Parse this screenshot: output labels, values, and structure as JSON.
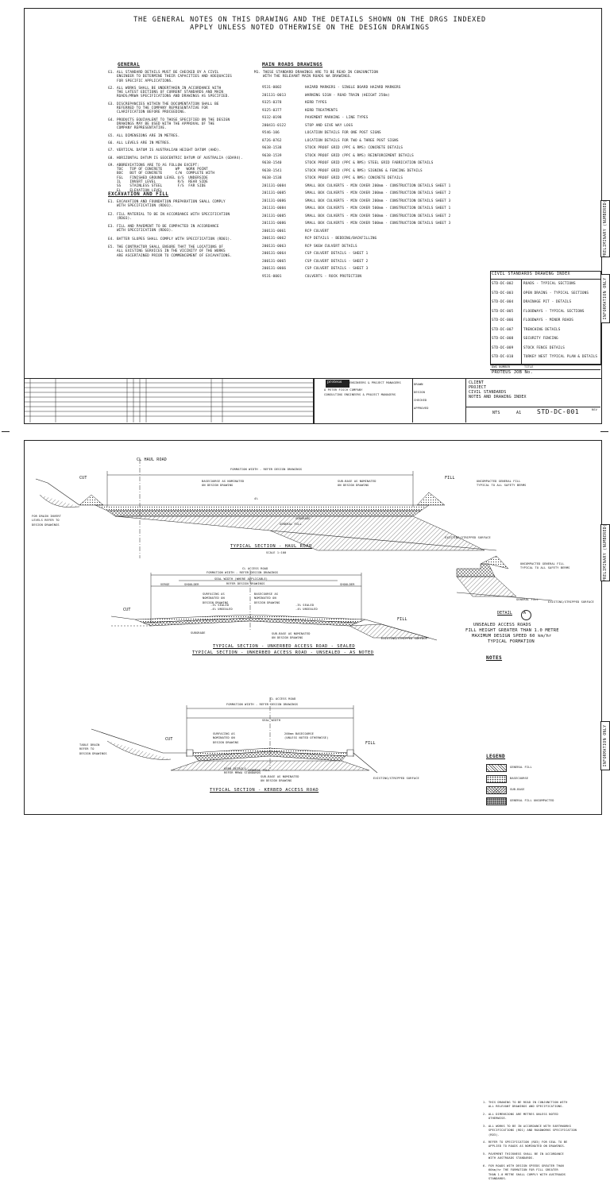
{
  "sheet1": {
    "main_title_1": "THE GENERAL NOTES ON THIS DRAWING AND THE DETAILS SHOWN ON THE DRGS INDEXED",
    "main_title_2": "APPLY UNLESS NOTED OTHERWISE ON THE DESIGN DRAWINGS",
    "general": {
      "heading": "GENERAL",
      "notes": [
        "G1. ALL STANDARD DETAILS MUST BE CHECKED BY A CIVIL\n    ENGINEER TO DETERMINE THEIR CAPACITIES AND ADEQUACIES\n    FOR SPECIFIC APPLICATIONS.",
        "G2. ALL WORKS SHALL BE UNDERTAKEN IN ACCORDANCE WITH\n    THE LATEST EDITIONS OF CURRENT STANDARDS AND MAIN\n    ROADS/MRWA SPECIFICATIONS AND DRAWINGS AS SPECIFIED.",
        "G3. DISCREPANCIES WITHIN THE DOCUMENTATION SHALL BE\n    REFERRED TO THE COMPANY REPRESENTATIVE FOR\n    CLARIFICATION BEFORE PROCEEDING.",
        "G4. PRODUCTS EQUIVALENT TO THOSE SPECIFIED ON THE DESIGN\n    DRAWINGS MAY BE USED WITH THE APPROVAL OF THE\n    COMPANY REPRESENTATIVE.",
        "G5. ALL DIMENSIONS ARE IN METRES.",
        "G6. ALL LEVELS ARE IN METRES.",
        "G7. VERTICAL DATUM IS AUSTRALIAN HEIGHT DATUM (AHD).",
        "G8. HORIZONTAL DATUM IS GEOCENTRIC DATUM OF AUSTRALIA (GDA94).",
        "G9. ABBREVIATIONS ARE TO AS FOLLOW EXCEPT:\n    TOC   TOP OF CONCRETE      WP   WORK POINT\n    BOC   BOT OF CONCRETE      C/W  COMPLETE WITH\n    FGL   FINISHED GROUND LEVEL U/S  UNDERSIDE\n    IL    INVERT LEVEL          R/S  REAR SIDE\n    SS    STAINLESS STEEL       F/S  FAR SIDE\n    EL    ELEVATION LEVEL"
      ]
    },
    "excavation": {
      "heading": "EXCAVATION AND FILL",
      "notes": [
        "E1. EXCAVATION AND FOUNDATION PREPARATION SHALL COMPLY\n    WITH SPECIFICATION (RD01).",
        "E2. FILL MATERIAL TO BE IN ACCORDANCE WITH SPECIFICATION\n    (RD03).",
        "E3. FILL AND PAVEMENT TO BE COMPACTED IN ACCORDANCE\n    WITH SPECIFICATION (RD03).",
        "E4. BATTER SLOPES SHALL COMPLY WITH SPECIFICATION (RD01).",
        "E5. THE CONTRACTOR SHALL ENSURE THAT THE LOCATIONS OF\n    ALL EXISTING SERVICES IN THE VICINITY OF THE WORKS\n    ARE ASCERTAINED PRIOR TO COMMENCEMENT OF EXCAVATIONS."
      ]
    },
    "main_roads": {
      "heading": "MAIN ROADS DRAWINGS",
      "note": "M1. THESE STANDARD DRAWINGS ARE TO BE READ IN CONJUNCTION\n    WITH THE RELEVANT MAIN ROADS WA DRAWINGS.",
      "rows": [
        [
          "9531-0002",
          "HAZARD MARKERS - SINGLE BOARD HAZARD MARKERS"
        ],
        [
          "201131-0013",
          "WARNING SIGN - ROAD TRAIN (HEIGHT 250m)"
        ],
        [
          "9325-0378",
          "KERB TYPES"
        ],
        [
          "9325-0377",
          "KERB TREATMENTS"
        ],
        [
          "9332-0198",
          "PAVEMENT MARKING - LINE TYPES"
        ],
        [
          "200431-0122",
          "STOP AND GIVE WAY LOGS"
        ],
        [
          "9546-106",
          "LOCATION DETAILS FOR ONE POST SIGNS"
        ],
        [
          "8726-0762",
          "LOCATION DETAILS FOR TWO & THREE POST SIGNS"
        ],
        [
          "9638-1538",
          "STOCK PROOF GRID (PPC & RMS) CONCRETE DETAILS"
        ],
        [
          "9638-1539",
          "STOCK PROOF GRID (PPC & RMS) REINFORCEMENT DETAILS"
        ],
        [
          "9638-1540",
          "STOCK PROOF GRID (PPC & RMS) STEEL GRID FABRICATION DETAILS"
        ],
        [
          "9638-1541",
          "STOCK PROOF GRID (PPC & RMS) SIGNING & FENCING DETAILS"
        ],
        [
          "9638-1538",
          "STOCK PROOF GRID (PPC & RMS) CONCRETE DETAILS"
        ],
        [
          "201131-0084",
          "SMALL BOX CULVERTS - MIN COVER 200mm - CONSTRUCTION DETAILS SHEET 1"
        ],
        [
          "201131-0085",
          "SMALL BOX CULVERTS - MIN COVER 200mm - CONSTRUCTION DETAILS SHEET 2"
        ],
        [
          "201131-0086",
          "SMALL BOX CULVERTS - MIN COVER 200mm - CONSTRUCTION DETAILS SHEET 3"
        ],
        [
          "201131-0084",
          "SMALL BOX CULVERTS - MIN COVER 500mm - CONSTRUCTION DETAILS SHEET 1"
        ],
        [
          "201131-0085",
          "SMALL BOX CULVERTS - MIN COVER 500mm - CONSTRUCTION DETAILS SHEET 2"
        ],
        [
          "201131-0086",
          "SMALL BOX CULVERTS - MIN COVER 500mm - CONSTRUCTION DETAILS SHEET 3"
        ],
        [
          "200131-0061",
          "RCP CULVERT"
        ],
        [
          "200131-0062",
          "RCP DETAILS - BEDDING/BACKFILLING"
        ],
        [
          "200131-0063",
          "RCP SKEW CULVERT DETAILS"
        ],
        [
          "200131-0064",
          "CSP CULVERT DETAILS - SHEET 1"
        ],
        [
          "200131-0065",
          "CSP CULVERT DETAILS - SHEET 2"
        ],
        [
          "200131-0066",
          "CSP CULVERT DETAILS - SHEET 3"
        ],
        [
          "9531-0001",
          "CULVERTS - ROCK PROTECTION"
        ]
      ]
    },
    "civil_index": {
      "heading": "CIVIL STANDARDS DRAWING INDEX",
      "rows": [
        [
          "STD-DC-002",
          "ROADS - TYPICAL SECTIONS"
        ],
        [
          "STD-DC-003",
          "OPEN DRAINS - TYPICAL SECTIONS"
        ],
        [
          "STD-DC-004",
          "DRAINAGE PIT - DETAILS"
        ],
        [
          "STD-DC-005",
          "FLOODWAYS - TYPICAL SECTIONS"
        ],
        [
          "STD-DC-006",
          "FLOODWAYS - MINOR ROADS"
        ],
        [
          "STD-DC-007",
          "TRENCHING DETAILS"
        ],
        [
          "STD-DC-008",
          "SECURITY FENCING"
        ],
        [
          "STD-DC-009",
          "STOCK FENCE DETAILS"
        ],
        [
          "STD-DC-010",
          "TURKEY NEST TYPICAL PLAN & DETAILS"
        ]
      ],
      "footer_dwg": "DWG NUMBER",
      "footer_title": "TITLE",
      "job": "PROTEUS JOB No."
    },
    "side_tab_top": "PRELIMINARY (NUMBERED)",
    "side_tab_bottom": "INFORMATION ONLY",
    "title_block": {
      "logo": "proteus",
      "logo_sub": "ENGINEERS & PROJECT MANAGERS",
      "company": "A PETER FISCH COMPANY",
      "address": "CONSULTING ENGINEERS & PROJECT MANAGERS",
      "client_label": "CLIENT",
      "project_label": "PROJECT",
      "project_line1": "CIVIL STANDARDS",
      "project_line2": "NOTES AND DRAWING INDEX",
      "scale": "NTS",
      "size": "A1",
      "drawing_no": "STD-DC-001",
      "rev_label": "REV",
      "drawn": "DRAWN",
      "design": "DESIGN",
      "checked": "CHECKED",
      "approved": "APPROVED"
    }
  },
  "sheet2": {
    "haul": {
      "cl": "CL HAUL ROAD",
      "formation": "FORMATION WIDTH - REFER DESIGN DRAWINGS",
      "cut": "CUT",
      "fill": "FILL",
      "basecourse": "BASECOURSE AS NOMINATED\nON DESIGN DRAWING",
      "subbase": "SUB-BASE AS NOMINATED\nON DESIGN DRAWING",
      "unc_fill": "UNCOMPACTED GENERAL FILL\nTYPICAL TO ALL SAFETY BERMS",
      "subgrade": "SUBGRADE",
      "general_fill": "GENERAL FILL",
      "existing": "EXISTING/STRIPPED SURFACE",
      "drain": "FOR DRAIN INVERT\nLEVELS REFER TO\nDESIGN DRAWINGS",
      "caption": "TYPICAL SECTION - HAUL ROAD",
      "scale": "SCALE 1:100",
      "slope": "4%"
    },
    "unkerbed": {
      "cl": "CL ACCESS ROAD",
      "formation": "FORMATION WIDTH - REFER DESIGN DRAWINGS",
      "seal": "SEAL WIDTH (WHERE APPLICABLE)",
      "refer": "REFER DESIGN DRAWINGS",
      "verge": "VERGE",
      "shoulder": "SHOULDER",
      "surfacing": "SURFACING AS\nNOMINATED ON\nDESIGN DRAWING",
      "basecourse": "BASECOURSE AS\nNOMINATED ON\nDESIGN DRAWING",
      "sealed_l": "-3% SEALED\n-4% UNSEALED",
      "sealed_r": "-3% SEALED\n-4% UNSEALED",
      "subbase": "SUB-BASE AS NOMINATED\nON DESIGN DRAWING",
      "subgrade": "SUBGRADE",
      "cut": "CUT",
      "fill": "FILL",
      "existing": "EXISTING/STRIPPED SURFACE",
      "caption1": "TYPICAL SECTION - UNKERBED ACCESS ROAD - SEALED",
      "caption2": "TYPICAL SECTION - UNKERBED ACCESS ROAD - UNSEALED - AS NOTED"
    },
    "detail_a": {
      "unc": "UNCOMPACTED GENERAL FILL\nTYPICAL TO ALL SAFETY BERMS",
      "fill": "GENERAL FILL",
      "existing": "EXISTING/STRIPPED SURFACE",
      "label": "DETAIL",
      "letter": "A",
      "desc1": "UNSEALED ACCESS ROADS",
      "desc2": "FILL HEIGHT GREATER THAN 1.0 METRE",
      "desc3": "MAXIMUM DESIGN SPEED 60 km/hr",
      "desc4": "TYPICAL FORMATION"
    },
    "kerbed": {
      "cl": "CL ACCESS ROAD",
      "formation": "FORMATION WIDTH - REFER DESIGN DRAWINGS",
      "seal": "SEAL WIDTH",
      "surfacing": "SURFACING AS\nNOMINATED ON\nDESIGN DRAWING",
      "basecourse": "200mm BASECOURSE\n(UNLESS NOTED OTHERWISE)",
      "kerb": "KERB DETAILS\nREFER MRWA STANDARDS",
      "subbase": "SUB-BASE AS NOMINATED\nON DESIGN DRAWING",
      "drain": "TABLE DRAIN\nREFER TO\nDESIGN DRAWINGS",
      "cut": "CUT",
      "fill": "FILL",
      "general_fill": "GENERAL FILL",
      "existing": "EXISTING/STRIPPED SURFACE",
      "caption": "TYPICAL SECTION - KERBED ACCESS ROAD"
    },
    "notes": {
      "heading": "NOTES",
      "items": [
        "1. THIS DRAWING TO BE READ IN CONJUNCTION WITH\n   ALL RELEVANT DRAWINGS AND SPECIFICATIONS.",
        "2. ALL DIMENSIONS ARE METRES UNLESS NOTED\n   OTHERWISE.",
        "3. ALL WORKS TO BE IN ACCORDANCE WITH EARTHWORKS\n   SPECIFICATIONS (RD1) AND ROADWORKS SPECIFICATION\n   (RD3).",
        "4. REFER TO SPECIFICATION (RD3) FOR SEAL TO BE\n   APPLIED TO ROADS AS NOMINATED ON DRAWINGS.",
        "5. PAVEMENT THICKNESS SHALL BE IN ACCORDANCE\n   WITH AUSTROADS STANDARDS.",
        "6. FOR ROADS WITH DESIGN SPEEDS GREATER THAN\n   60km/hr THE FORMATION FOR FILL GREATER\n   THAN 1.0 METRE SHALL COMPLY WITH AUSTROADS\n   STANDARDS."
      ]
    },
    "legend": {
      "heading": "LEGEND",
      "items": [
        "GENERAL FILL",
        "BASECOURSE",
        "SUB-BASE",
        "GENERAL FILL UNCOMPACTED"
      ]
    },
    "side_tab_top": "PRELIMINARY (NUMBERED)",
    "side_tab_bottom": "INFORMATION ONLY"
  }
}
